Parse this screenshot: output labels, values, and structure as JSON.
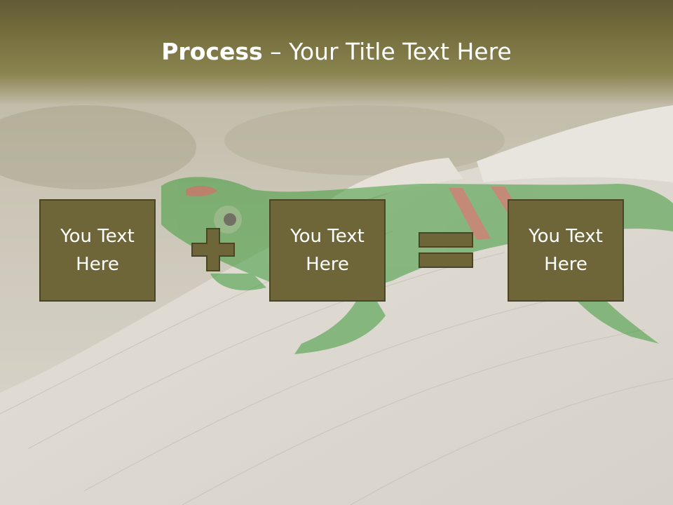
{
  "slide": {
    "title_bold": "Process",
    "title_rest": " – Your Title Text Here",
    "boxes": [
      {
        "text": "You Text Here"
      },
      {
        "text": "You Text Here"
      },
      {
        "text": "You Text Here"
      }
    ],
    "operators": [
      "plus-icon",
      "equals-icon"
    ],
    "colors": {
      "box_fill": "#6e6638",
      "box_border": "#4a4524",
      "title_band": "#6b6438",
      "text": "#ffffff"
    },
    "background_image": "gecko-on-leaf"
  }
}
